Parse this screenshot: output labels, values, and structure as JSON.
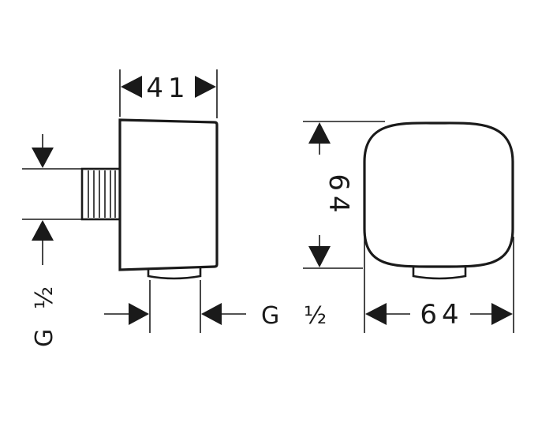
{
  "dimensions": {
    "side_width": "41",
    "front_height": "64",
    "front_width": "64"
  },
  "threads": {
    "side_thread_g": "G",
    "side_thread_size": "½",
    "bottom_thread_g": "G",
    "bottom_thread_size": "½"
  }
}
